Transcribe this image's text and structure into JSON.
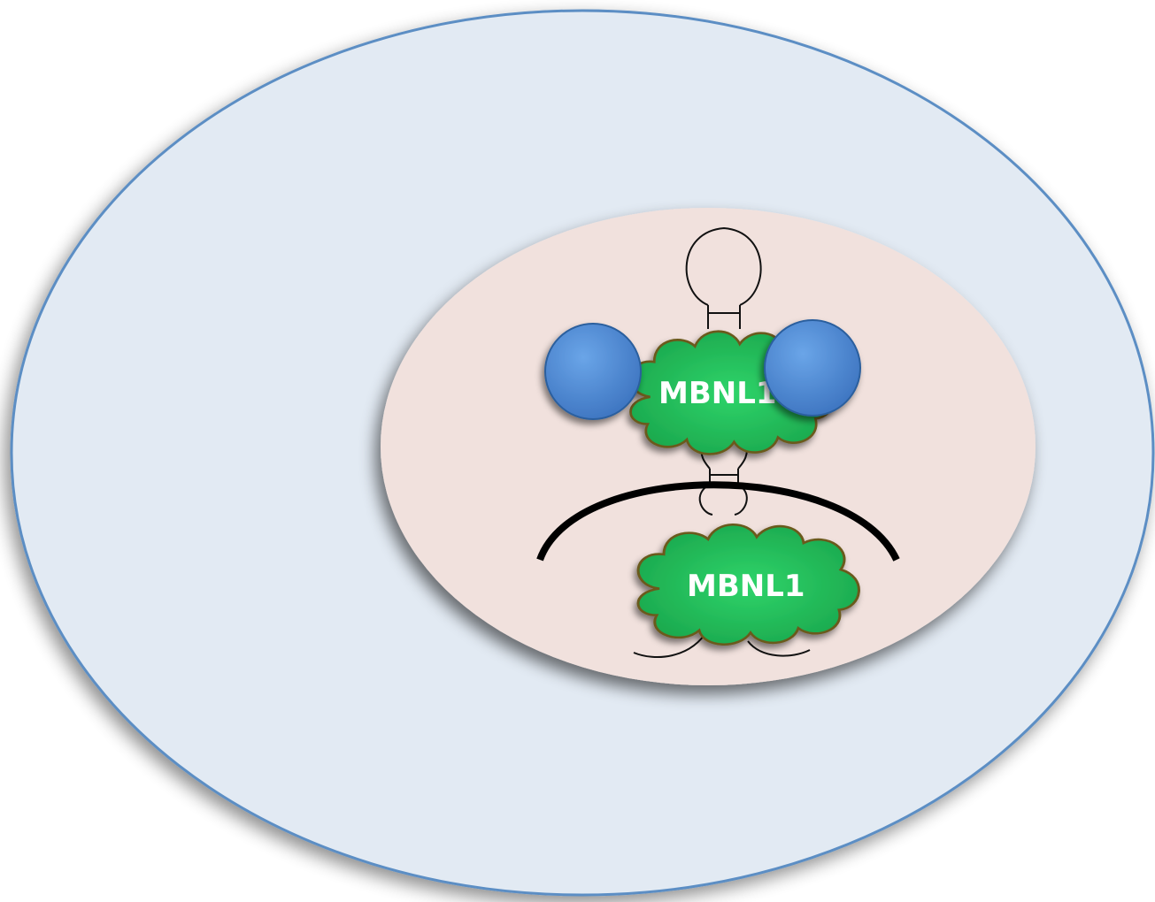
{
  "colors": {
    "cell_fill": "#e2eaf3",
    "cell_stroke": "#5b8ec4",
    "nucleus_fill": "#f1e1dd",
    "protein_fill": "#22c55e",
    "protein_stroke": "#6b5a1e",
    "bead_fill": "#4a86d4",
    "bead_stroke": "#2c5f9e",
    "rna_stroke": "#111111"
  },
  "icons": {
    "protein_shape": "cloud",
    "rna_shape": "hairpin-loop",
    "bead_shape": "sphere"
  },
  "labels": {
    "protein_top": "MBNL1",
    "protein_bottom": "MBNL1"
  }
}
